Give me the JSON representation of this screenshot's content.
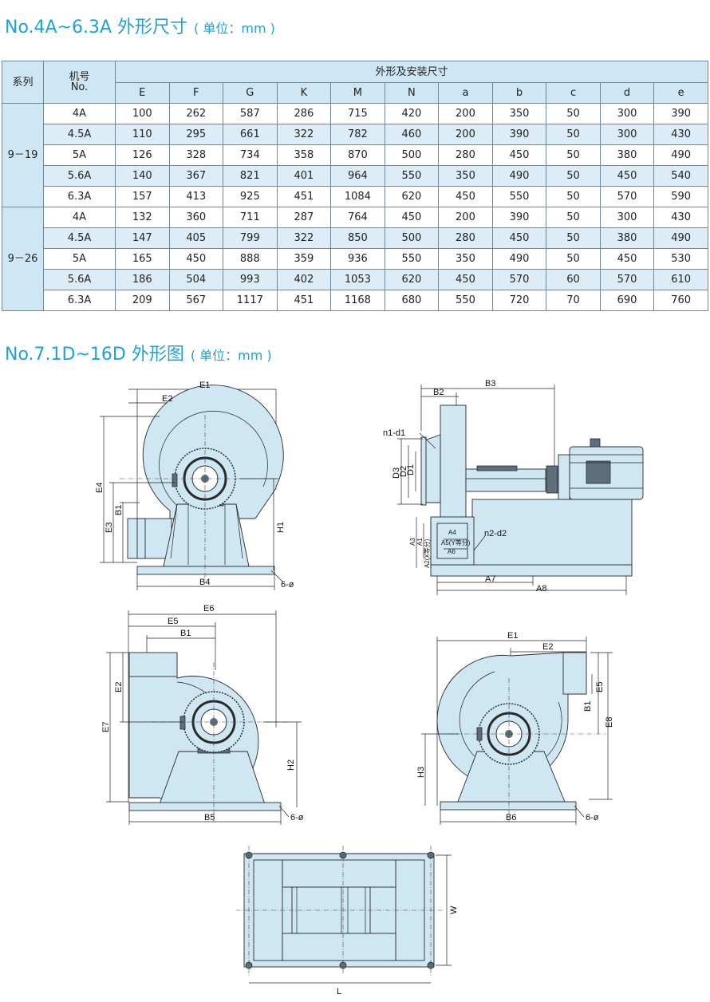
{
  "section1": {
    "title": "No.4A~6.3A 外形尺寸",
    "unit": "( 单位：mm )"
  },
  "section2": {
    "title": "No.7.1D~16D 外形图",
    "unit": "( 单位：mm )"
  },
  "table": {
    "col_series": "系列",
    "col_model_line1": "机号",
    "col_model_line2": "No.",
    "group_header": "外形及安装尺寸",
    "columns": [
      "E",
      "F",
      "G",
      "K",
      "M",
      "N",
      "a",
      "b",
      "c",
      "d",
      "e"
    ],
    "series_9_19": {
      "name": "9－19",
      "rows": [
        {
          "model": "4A",
          "values": [
            "100",
            "262",
            "587",
            "286",
            "715",
            "420",
            "200",
            "350",
            "50",
            "300",
            "390"
          ]
        },
        {
          "model": "4.5A",
          "values": [
            "110",
            "295",
            "661",
            "322",
            "782",
            "460",
            "200",
            "390",
            "50",
            "300",
            "430"
          ]
        },
        {
          "model": "5A",
          "values": [
            "126",
            "328",
            "734",
            "358",
            "870",
            "500",
            "280",
            "450",
            "50",
            "380",
            "490"
          ]
        },
        {
          "model": "5.6A",
          "values": [
            "140",
            "367",
            "821",
            "401",
            "964",
            "550",
            "350",
            "490",
            "50",
            "450",
            "540"
          ]
        },
        {
          "model": "6.3A",
          "values": [
            "157",
            "413",
            "925",
            "451",
            "1084",
            "620",
            "450",
            "550",
            "50",
            "570",
            "590"
          ]
        }
      ]
    },
    "series_9_26": {
      "name": "9－26",
      "rows": [
        {
          "model": "4A",
          "values": [
            "132",
            "360",
            "711",
            "287",
            "764",
            "450",
            "200",
            "390",
            "50",
            "300",
            "430"
          ]
        },
        {
          "model": "4.5A",
          "values": [
            "147",
            "405",
            "799",
            "322",
            "850",
            "500",
            "280",
            "450",
            "50",
            "380",
            "490"
          ]
        },
        {
          "model": "5A",
          "values": [
            "165",
            "450",
            "888",
            "359",
            "936",
            "550",
            "350",
            "490",
            "50",
            "450",
            "530"
          ]
        },
        {
          "model": "5.6A",
          "values": [
            "186",
            "504",
            "993",
            "402",
            "1053",
            "620",
            "450",
            "570",
            "60",
            "570",
            "610"
          ]
        },
        {
          "model": "6.3A",
          "values": [
            "209",
            "567",
            "1117",
            "451",
            "1168",
            "680",
            "550",
            "720",
            "70",
            "690",
            "760"
          ]
        }
      ]
    }
  },
  "drawings": {
    "fig1": {
      "E1": "E1",
      "E2": "E2",
      "E4": "E4",
      "E3": "E3",
      "B1": "B1",
      "H1": "H1",
      "B4": "B4",
      "holes": "6-ø"
    },
    "fig2": {
      "B2": "B2",
      "B3": "B3",
      "n1": "n1-d1",
      "D3": "D3",
      "D2": "D2",
      "D1": "D1",
      "A3": "A3",
      "A1": "A1",
      "A2": "A2(X等分)",
      "A4": "A4",
      "A5": "A5(Y等分)",
      "A6": "A6",
      "n2": "n2-d2",
      "A7": "A7",
      "A8": "A8"
    },
    "fig3": {
      "E6": "E6",
      "E5": "E5",
      "B1": "B1",
      "E2": "E2",
      "E7": "E7",
      "H2": "H2",
      "B5": "B5",
      "holes": "6-ø"
    },
    "fig4": {
      "E1": "E1",
      "E2": "E2",
      "E5": "E5",
      "B1": "B1",
      "E8": "E8",
      "H3": "H3",
      "B6": "B6",
      "holes": "6-ø"
    },
    "fig5": {
      "W": "W",
      "L": "L"
    }
  }
}
